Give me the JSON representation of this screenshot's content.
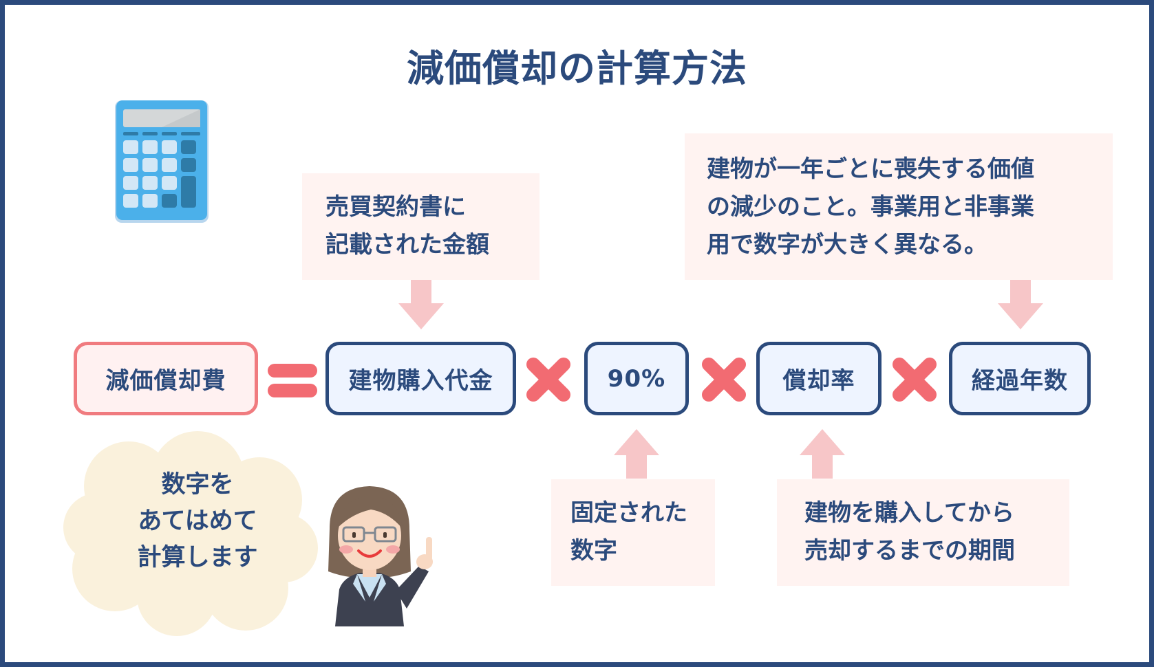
{
  "title": "減価償却の計算方法",
  "formula": {
    "result": "減価償却費",
    "factor1": "建物購入代金",
    "factor2": "90%",
    "factor3": "償却率",
    "factor4": "経過年数"
  },
  "notes": {
    "purchase_price": [
      "売買契約書に",
      "記載された金額"
    ],
    "elapsed_years": [
      "建物が一年ごとに喪失する価値",
      "の減少のこと。事業用と非事業",
      "用で数字が大きく異なる。"
    ],
    "fixed_number": [
      "固定された",
      "数字"
    ],
    "depreciation_period": [
      "建物を購入してから",
      "売却するまでの期間"
    ]
  },
  "speech_bubble": [
    "数字を",
    "あてはめて",
    "計算します"
  ],
  "colors": {
    "navy": "#2b4a7c",
    "accent_pink": "#f26b72",
    "note_bg": "#fff3f1",
    "box_bg": "#eef4ff",
    "arrow": "#f7c6c8",
    "cloud": "#faf1dc"
  },
  "icons": [
    "calculator-icon",
    "woman-presenter-icon",
    "equals-icon",
    "multiply-icon",
    "arrow-down-icon",
    "arrow-up-icon"
  ]
}
